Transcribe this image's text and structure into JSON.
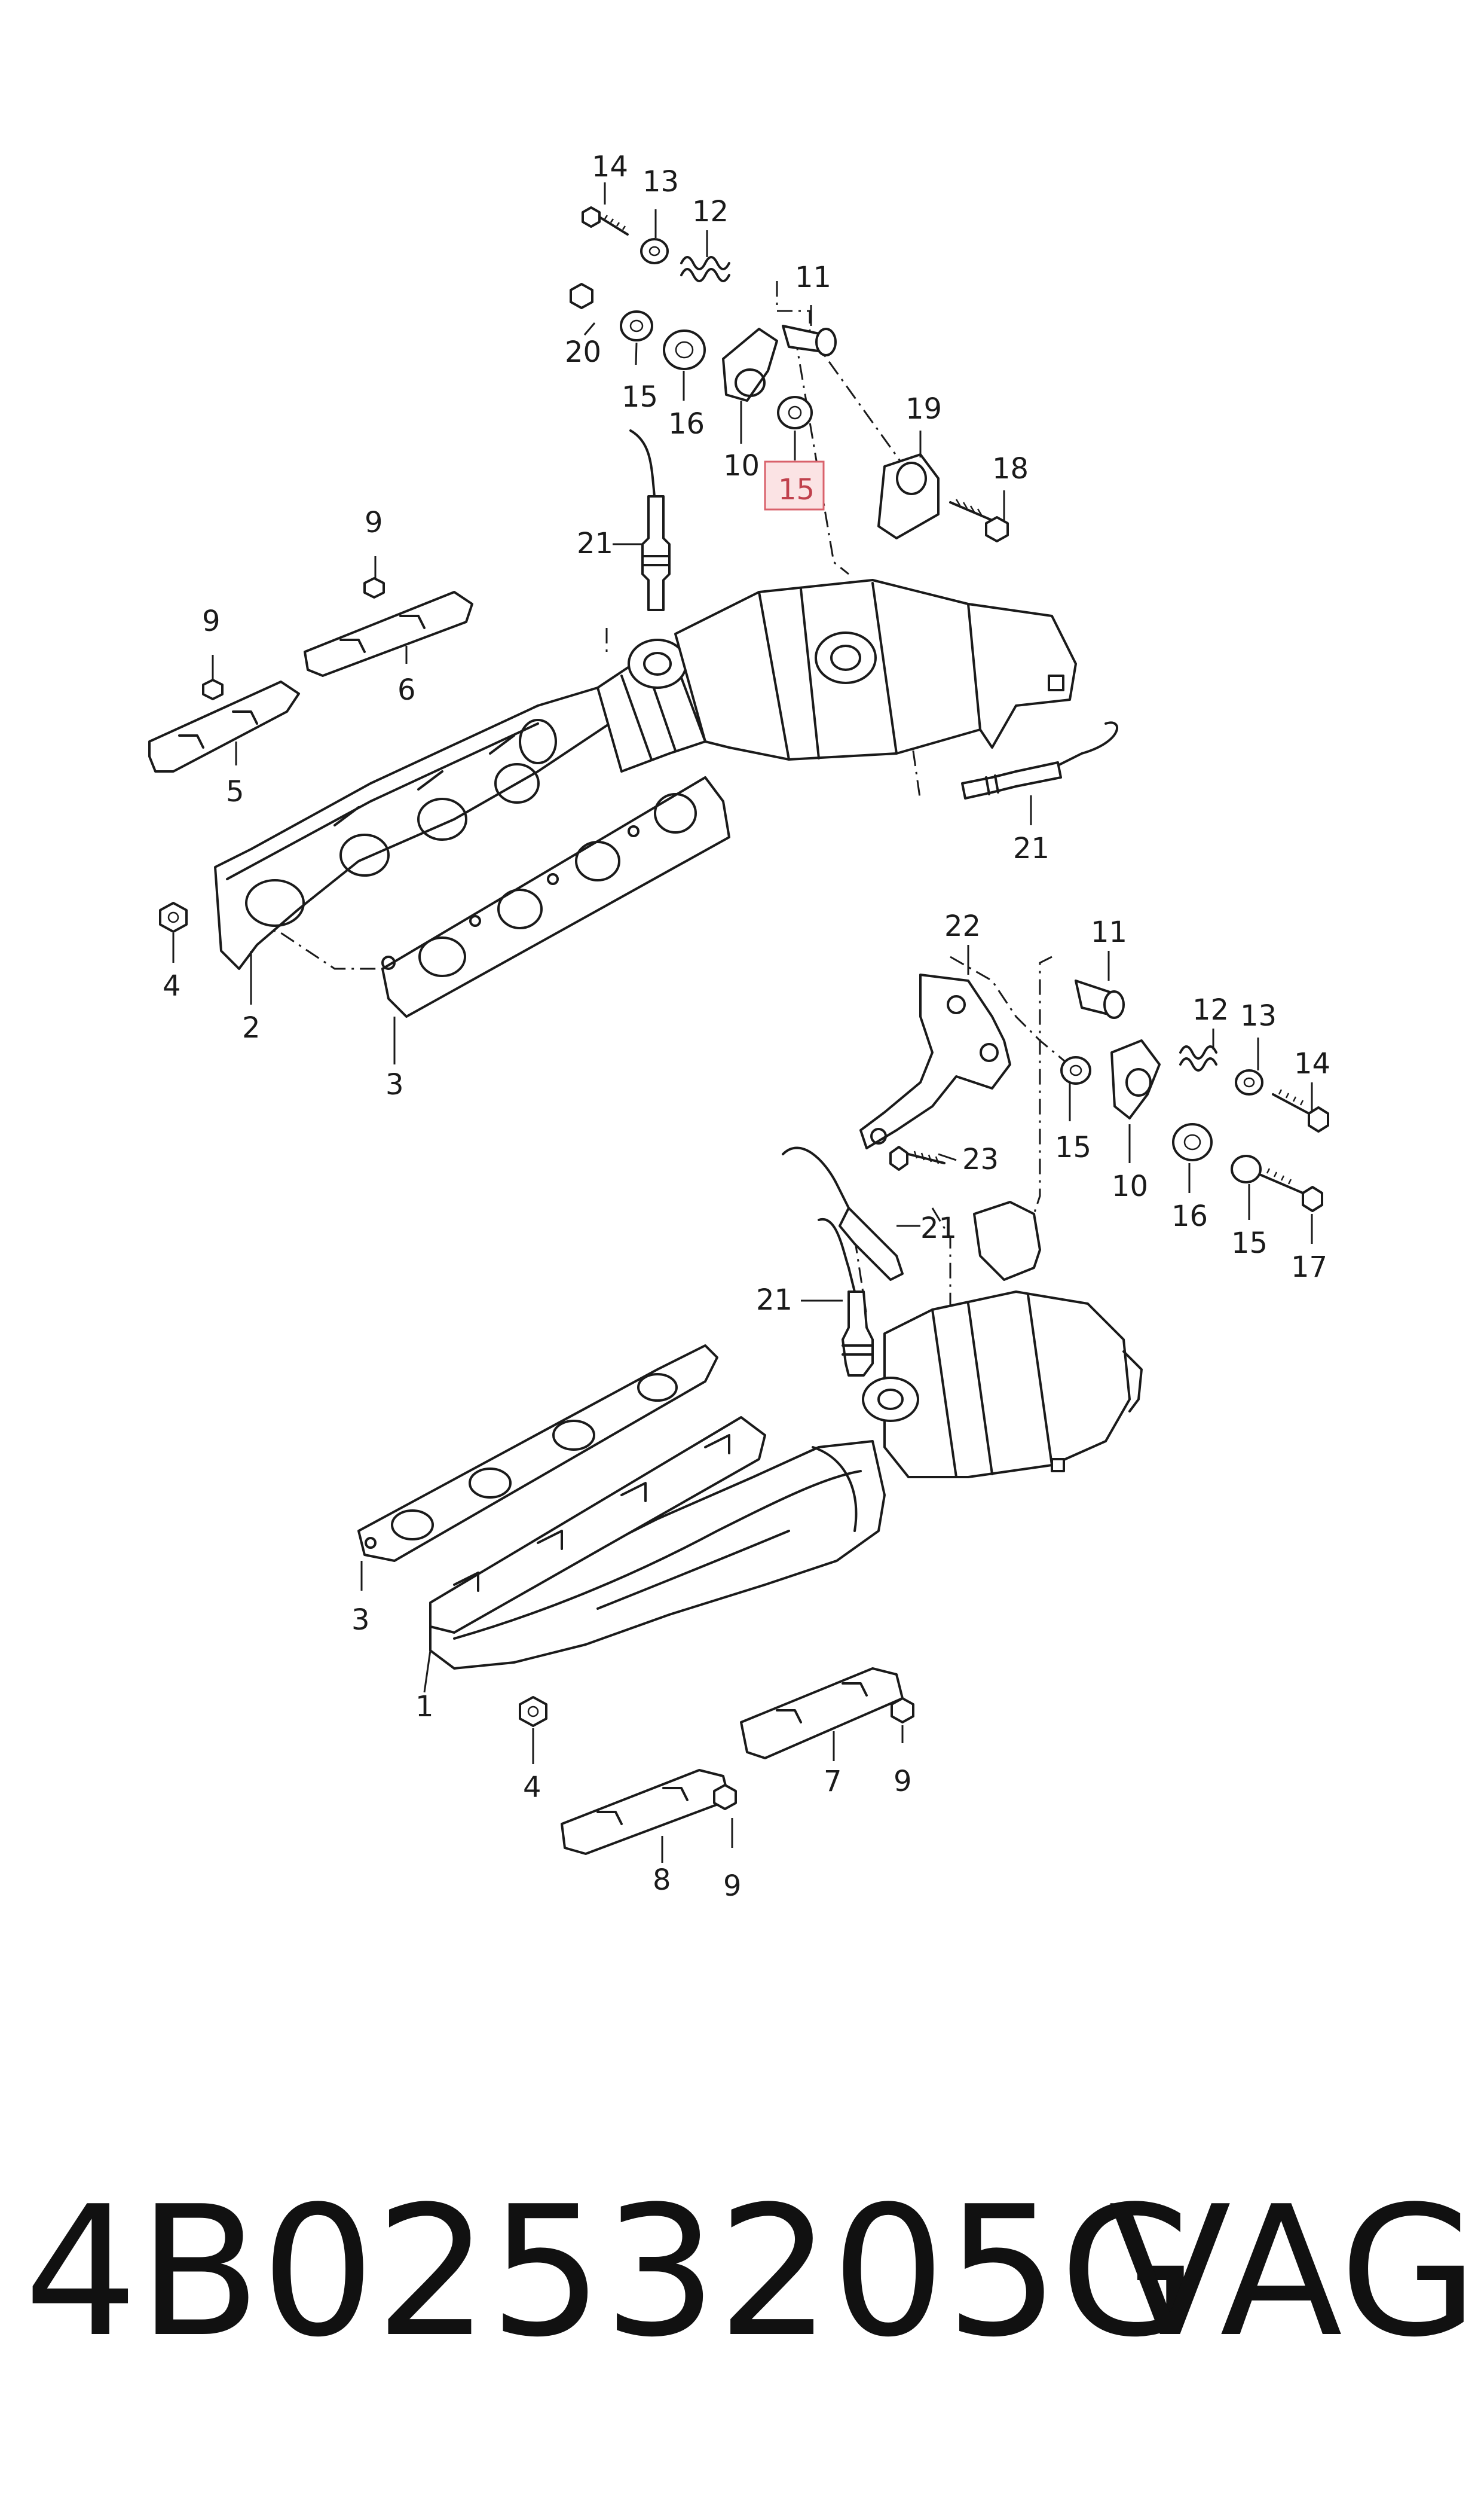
{
  "footer": {
    "part_number": "4B0253205G",
    "brand": "VAG"
  },
  "highlighted_callout": "15",
  "callouts": {
    "upper": [
      "14",
      "13",
      "12",
      "11",
      "20",
      "15",
      "16",
      "10",
      "15",
      "19",
      "18",
      "21",
      "9",
      "9",
      "6",
      "5",
      "4",
      "2",
      "3",
      "21"
    ],
    "lower": [
      "22",
      "11",
      "12",
      "13",
      "14",
      "15",
      "10",
      "16",
      "15",
      "17",
      "23",
      "21",
      "21",
      "3",
      "1",
      "4",
      "7",
      "9",
      "8",
      "9"
    ]
  },
  "colors": {
    "line": "#1a1a1a",
    "highlight_fill": "#fbe3e4",
    "highlight_stroke": "#d9616b"
  }
}
